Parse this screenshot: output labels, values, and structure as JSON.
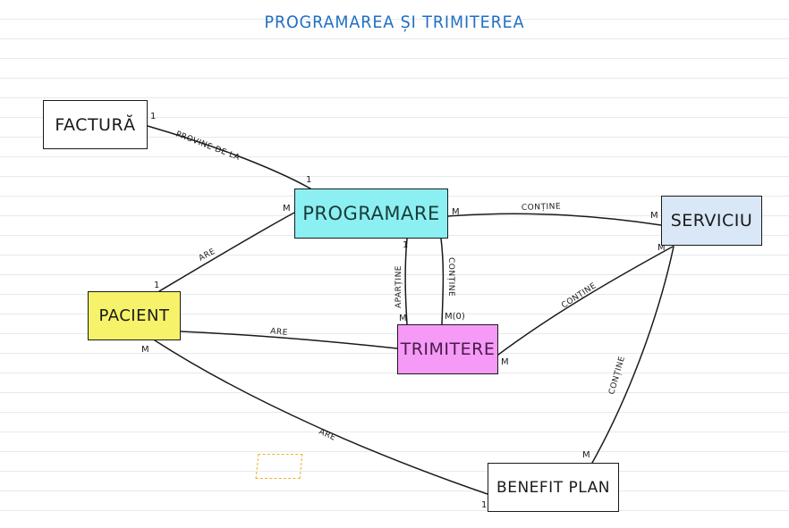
{
  "title": "PROGRAMAREA ȘI TRIMITEREA",
  "entities": {
    "factura": "FACTURĂ",
    "programare": "PROGRAMARE",
    "serviciu": "SERVICIU",
    "pacient": "PACIENT",
    "trimitere": "TRIMITERE",
    "benefit_plan": "BENEFIT PLAN"
  },
  "relationships": {
    "factura_programare": {
      "label": "PROVINE DE LA",
      "card_from": "1",
      "card_to": "1"
    },
    "programare_serviciu": {
      "label": "CONȚINE",
      "card_from": "M",
      "card_to": "M"
    },
    "pacient_programare": {
      "label": "ARE",
      "card_from": "1",
      "card_to": "M"
    },
    "trimitere_programare_apartine": {
      "label": "APARȚINE",
      "card_from": "M",
      "card_to": "1"
    },
    "programare_trimitere_contine": {
      "label": "CONȚINE",
      "card_to": "M(0)"
    },
    "pacient_trimitere": {
      "label": "ARE"
    },
    "trimitere_serviciu": {
      "label": "CONȚINE",
      "card_from": "M",
      "card_to": "M"
    },
    "benefit_serviciu": {
      "label": "CONȚINE",
      "card_from": "M"
    },
    "pacient_benefit": {
      "label": "ARE",
      "card_from": "M",
      "card_to": "1"
    }
  },
  "colors": {
    "title": "#1f6fc4",
    "programare": "#8cf0f2",
    "serviciu": "#d9e7f7",
    "pacient": "#f6f36a",
    "trimitere": "#f59af7",
    "sticky_note_outline": "#f0b030"
  }
}
